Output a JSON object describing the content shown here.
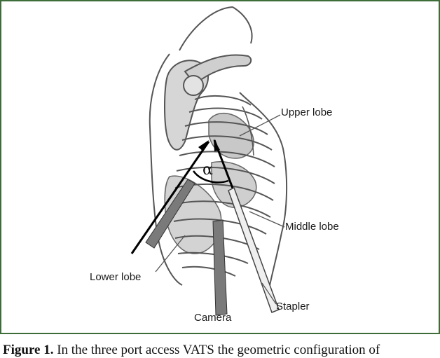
{
  "figure": {
    "labels": {
      "upper_lobe": "Upper lobe",
      "middle_lobe": "Middle lobe",
      "lower_lobe": "Lower lobe",
      "camera": "Camera",
      "stapler": "Stapler",
      "angle": "α"
    }
  },
  "caption": {
    "label": "Figure 1.",
    "text": "In the three port access VATS the geometric configuration of"
  },
  "colors": {
    "frame_border": "#3d6e3a",
    "lung_fill": "#d3d3d3",
    "rib_stroke": "#555555",
    "instrument": "#7a7a7a"
  }
}
